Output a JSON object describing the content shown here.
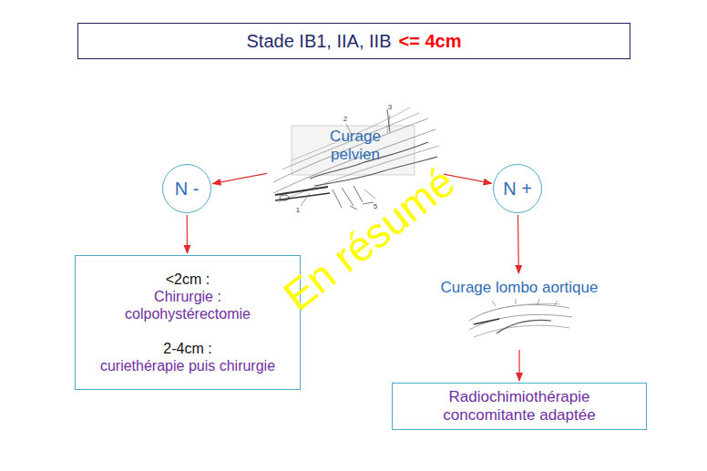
{
  "diagram": {
    "nodes": [
      {
        "text": [
          "Stade IB1, IIA, IIB",
          "<= 4cm"
        ]
      },
      {
        "text": [
          "Curage pelvien"
        ]
      },
      {
        "text": [
          "N -"
        ]
      },
      {
        "text": [
          "N +"
        ]
      },
      {
        "text": [
          "<2cm :",
          "Chirurgie : colpohystérectomie",
          "2-4cm :",
          "curiethérapie puis chirurgie"
        ]
      },
      {
        "text": [
          "Curage lombo aortique"
        ]
      },
      {
        "text": [
          "Radiochimiothérapie concomitante adaptée"
        ]
      }
    ],
    "edges": [
      {
        "from": 1,
        "to": 2,
        "arrow": "to"
      },
      {
        "from": 1,
        "to": 3,
        "arrow": "to"
      },
      {
        "from": 2,
        "to": 4,
        "arrow": "to"
      },
      {
        "from": 3,
        "to": 5,
        "arrow": "to"
      },
      {
        "from": 5,
        "to": 6,
        "arrow": "to"
      }
    ],
    "labels": [
      "En résumé",
      "2",
      "3",
      "1",
      "5"
    ]
  }
}
